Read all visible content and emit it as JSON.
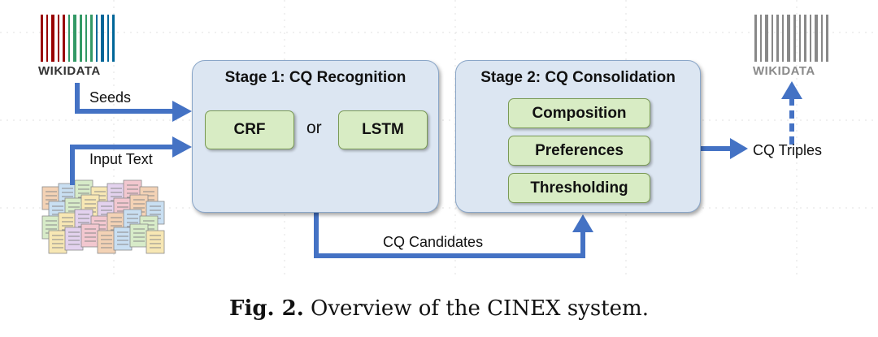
{
  "logos": {
    "left": {
      "text": "WIKIDATA",
      "bar_colors": [
        "#990000",
        "#339966",
        "#006699"
      ]
    },
    "right": {
      "text": "WIKIDATA",
      "bar_color": "#888888"
    }
  },
  "inputs": {
    "seeds": "Seeds",
    "input_text": "Input Text"
  },
  "stage1": {
    "title": "Stage 1: CQ Recognition",
    "models": [
      "CRF",
      "LSTM"
    ],
    "or": "or"
  },
  "stage2": {
    "title": "Stage 2: CQ Consolidation",
    "steps": [
      "Composition",
      "Preferences",
      "Thresholding"
    ]
  },
  "flows": {
    "candidates": "CQ Candidates",
    "triples": "CQ Triples"
  },
  "caption": {
    "prefix": "Fig. 2.",
    "text": "Overview of the CINEX system."
  },
  "colors": {
    "arrow": "#4472c4",
    "stage_fill": "#dce6f2",
    "box_fill": "#d8ecc4"
  }
}
